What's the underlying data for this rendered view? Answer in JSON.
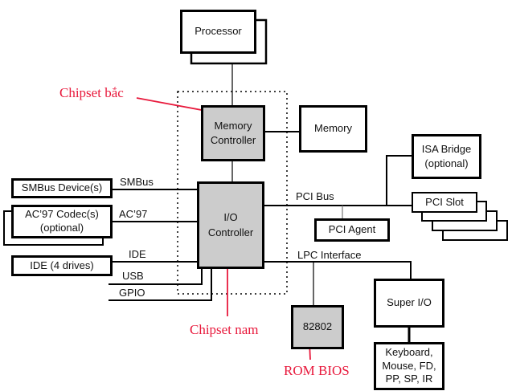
{
  "diagram": {
    "type": "chipset-block-diagram",
    "accent_color": "#e8193c",
    "chip_fill_color": "#cccccc"
  },
  "blocks": {
    "processor": "Processor",
    "memory_controller": [
      "Memory",
      "Controller"
    ],
    "memory": "Memory",
    "io_controller": [
      "I/O",
      "Controller"
    ],
    "smbus_device": "SMBus Device(s)",
    "ac97_codec": [
      "AC’97 Codec(s)",
      "(optional)"
    ],
    "ide_drives": "IDE (4 drives)",
    "isa_bridge": [
      "ISA Bridge",
      "(optional)"
    ],
    "pci_slot": "PCI Slot",
    "pci_agent": "PCI Agent",
    "firmware_hub": "82802",
    "super_io": "Super I/O",
    "peripherals": [
      "Keyboard,",
      "Mouse, FD,",
      "PP, SP, IR"
    ]
  },
  "buses": {
    "smbus": "SMBus",
    "ac97": "AC’97",
    "ide": "IDE",
    "usb": "USB",
    "gpio": "GPIO",
    "pci": "PCI Bus",
    "lpc": "LPC Interface"
  },
  "annotations": {
    "north_bridge": "Chipset bắc",
    "south_bridge": "Chipset nam",
    "rom_bios": "ROM BIOS"
  }
}
